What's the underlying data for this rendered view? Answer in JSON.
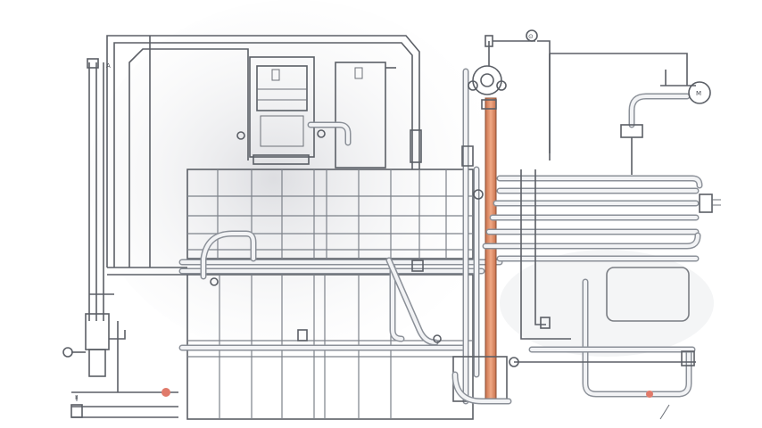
{
  "diagram": {
    "labels": {
      "motor_mark": "M",
      "meter_mark": "⊙",
      "tag_a": "A",
      "tag_b": "Ⅱ"
    }
  },
  "colors": {
    "background": "#ffffff",
    "line": "#5b5f66",
    "pipe": "#8b9098",
    "copper_pipe": "#d98a64",
    "accent_valve": "#e07a6a",
    "shadow": "#e3e4e8"
  }
}
